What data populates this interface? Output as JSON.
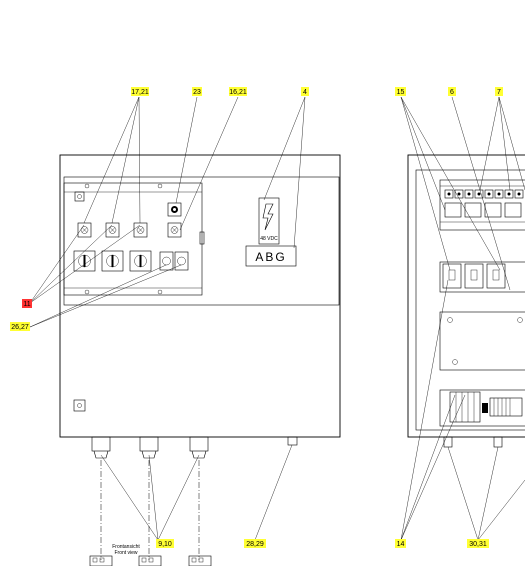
{
  "callouts": {
    "c17_21": "17,21",
    "c23": "23",
    "c16_21": "16,21",
    "c4": "4",
    "c15": "15",
    "c6": "6",
    "c7": "7",
    "c11": "11",
    "c26_27": "26,27",
    "c9_10": "9,10",
    "c28_29": "28,29",
    "c14": "14",
    "c30_31": "30,31"
  },
  "sign": {
    "voltage": "48 VDC",
    "name_plate": "ABG"
  },
  "front_view_caption": {
    "line1": "Frontansicht",
    "line2": "Front view"
  },
  "colors": {
    "callout_fill": "#ffff33",
    "callout_red": "#ff3333",
    "line": "#000000"
  }
}
